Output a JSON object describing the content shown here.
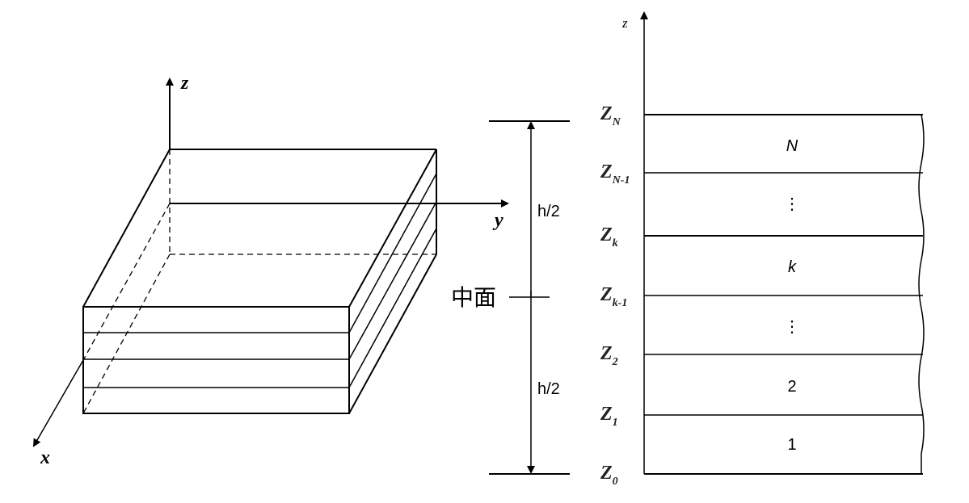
{
  "left": {
    "axis_x": "x",
    "axis_y": "y",
    "axis_z": "z"
  },
  "mid": {
    "midplane_label": "中面",
    "half_top": "h/2",
    "half_bottom": "h/2"
  },
  "right": {
    "axis_z": "z",
    "interfaces": [
      {
        "base": "Z",
        "sub": "N"
      },
      {
        "base": "Z",
        "sub": "N-1"
      },
      {
        "base": "Z",
        "sub": "k"
      },
      {
        "base": "Z",
        "sub": "k-1"
      },
      {
        "base": "Z",
        "sub": "2"
      },
      {
        "base": "Z",
        "sub": "1"
      },
      {
        "base": "Z",
        "sub": "0"
      }
    ],
    "layers": [
      "N",
      "⋮",
      "k",
      "⋮",
      "2",
      "1"
    ]
  }
}
